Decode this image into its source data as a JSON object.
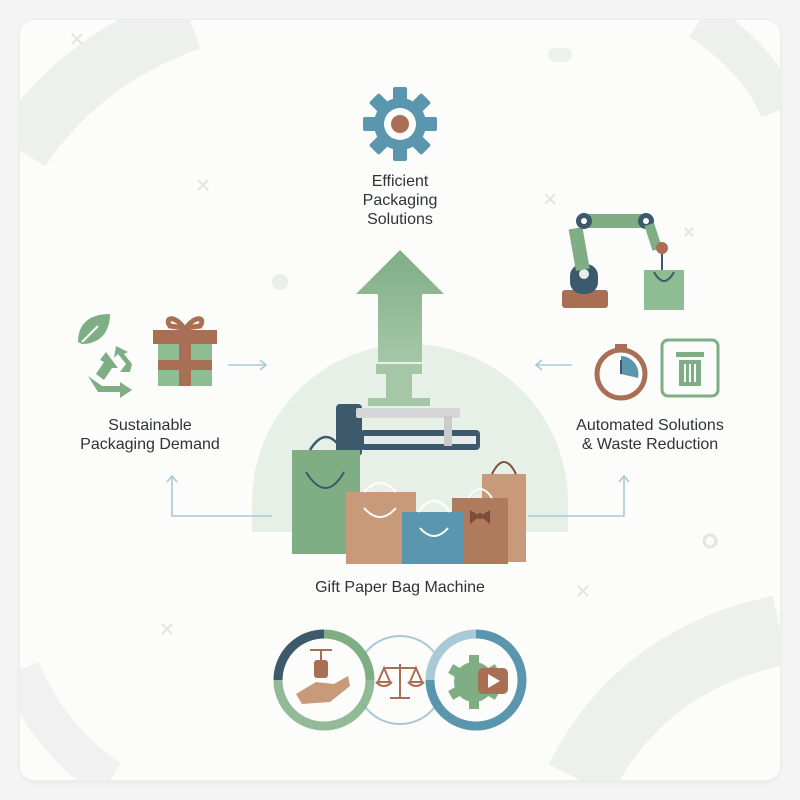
{
  "title": {
    "line1": "Efficient",
    "line2": "Packaging",
    "line3": "Solutions"
  },
  "left": {
    "line1": "Sustainable",
    "line2": "Packaging Demand"
  },
  "right": {
    "line1": "Automated Solutions",
    "line2": "& Waste Reduction"
  },
  "center": {
    "label": "Gift Paper Bag Machine"
  },
  "colors": {
    "green": "#7fae85",
    "light_green": "#a6c7a6",
    "teal": "#5a96ad",
    "navy": "#3c5a6c",
    "brown": "#a86f54",
    "tan": "#c99a7a",
    "pale_green_bg": "#e6f0e6",
    "arrow_line": "#a9c9d6"
  },
  "icons": {
    "top": "gear-icon",
    "left": [
      "leaf-icon",
      "recycle-icon",
      "gift-box-icon"
    ],
    "right": [
      "robotic-arm-icon",
      "stopwatch-icon",
      "trash-bin-icon"
    ],
    "bottom": [
      "hand-coin-icon",
      "balance-scale-icon",
      "gear-play-icon"
    ]
  }
}
